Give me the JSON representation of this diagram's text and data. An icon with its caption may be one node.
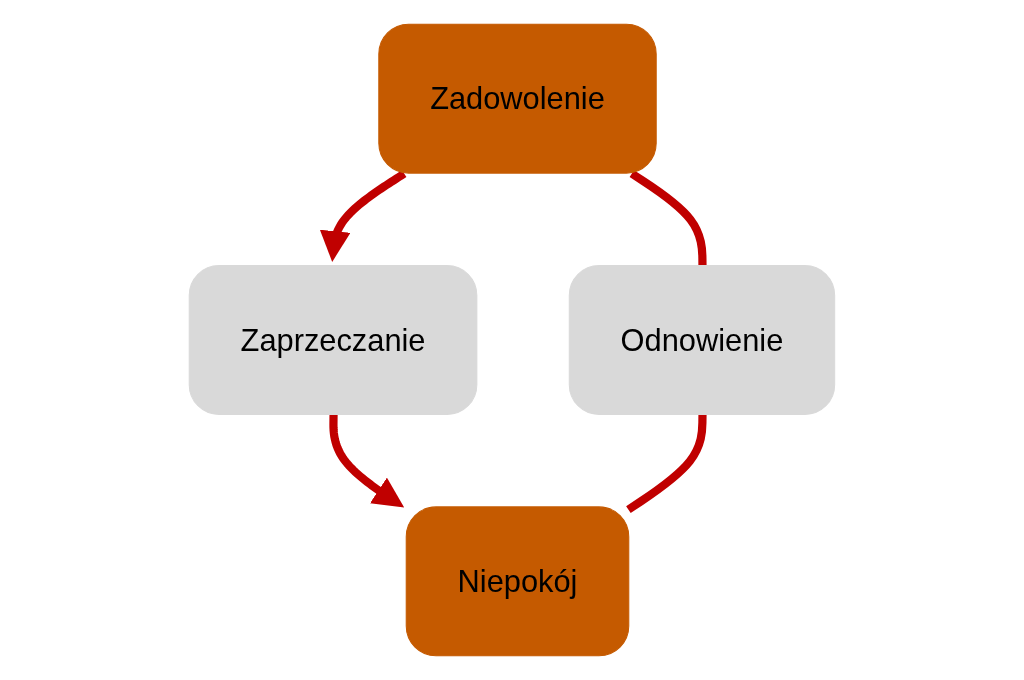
{
  "diagram": {
    "nodes": [
      {
        "text": [
          "Zadowolenie"
        ]
      },
      {
        "text": [
          "Odnowienie"
        ]
      },
      {
        "text": [
          "Zaprzeczanie"
        ]
      },
      {
        "text": [
          "Niepokój"
        ]
      }
    ],
    "edges": [
      {
        "from": 0,
        "to": 2,
        "arrow": "to",
        "color": "#c00000"
      },
      {
        "from": 2,
        "to": 3,
        "arrow": "to",
        "color": "#c00000"
      },
      {
        "from": 1,
        "to": 3,
        "arrow": "none",
        "color": "#c00000"
      },
      {
        "from": 0,
        "to": 1,
        "arrow": "none",
        "color": "#c00000"
      }
    ]
  }
}
